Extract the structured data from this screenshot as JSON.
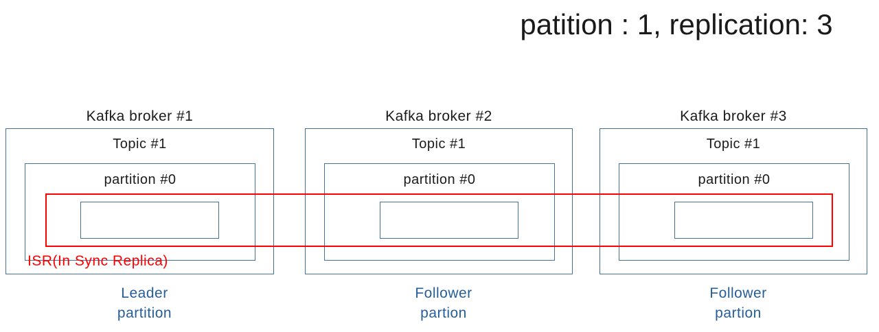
{
  "title": "patition : 1, replication: 3",
  "isr_annotation": "ISR(In Sync Replica)",
  "colors": {
    "box_border": "#41719C",
    "isr_red": "#FF0000",
    "role_blue": "#255E99",
    "text_black": "#1A1A1A"
  },
  "brokers": [
    {
      "name": "Kafka broker #1",
      "topic": "Topic #1",
      "partition": "partition #0",
      "role": {
        "line1": "Leader",
        "line2": "partition"
      }
    },
    {
      "name": "Kafka broker #2",
      "topic": "Topic #1",
      "partition": "partition #0",
      "role": {
        "line1": "Follower",
        "line2": "partion"
      }
    },
    {
      "name": "Kafka broker #3",
      "topic": "Topic #1",
      "partition": "partition #0",
      "role": {
        "line1": "Follower",
        "line2": "partion"
      }
    }
  ]
}
